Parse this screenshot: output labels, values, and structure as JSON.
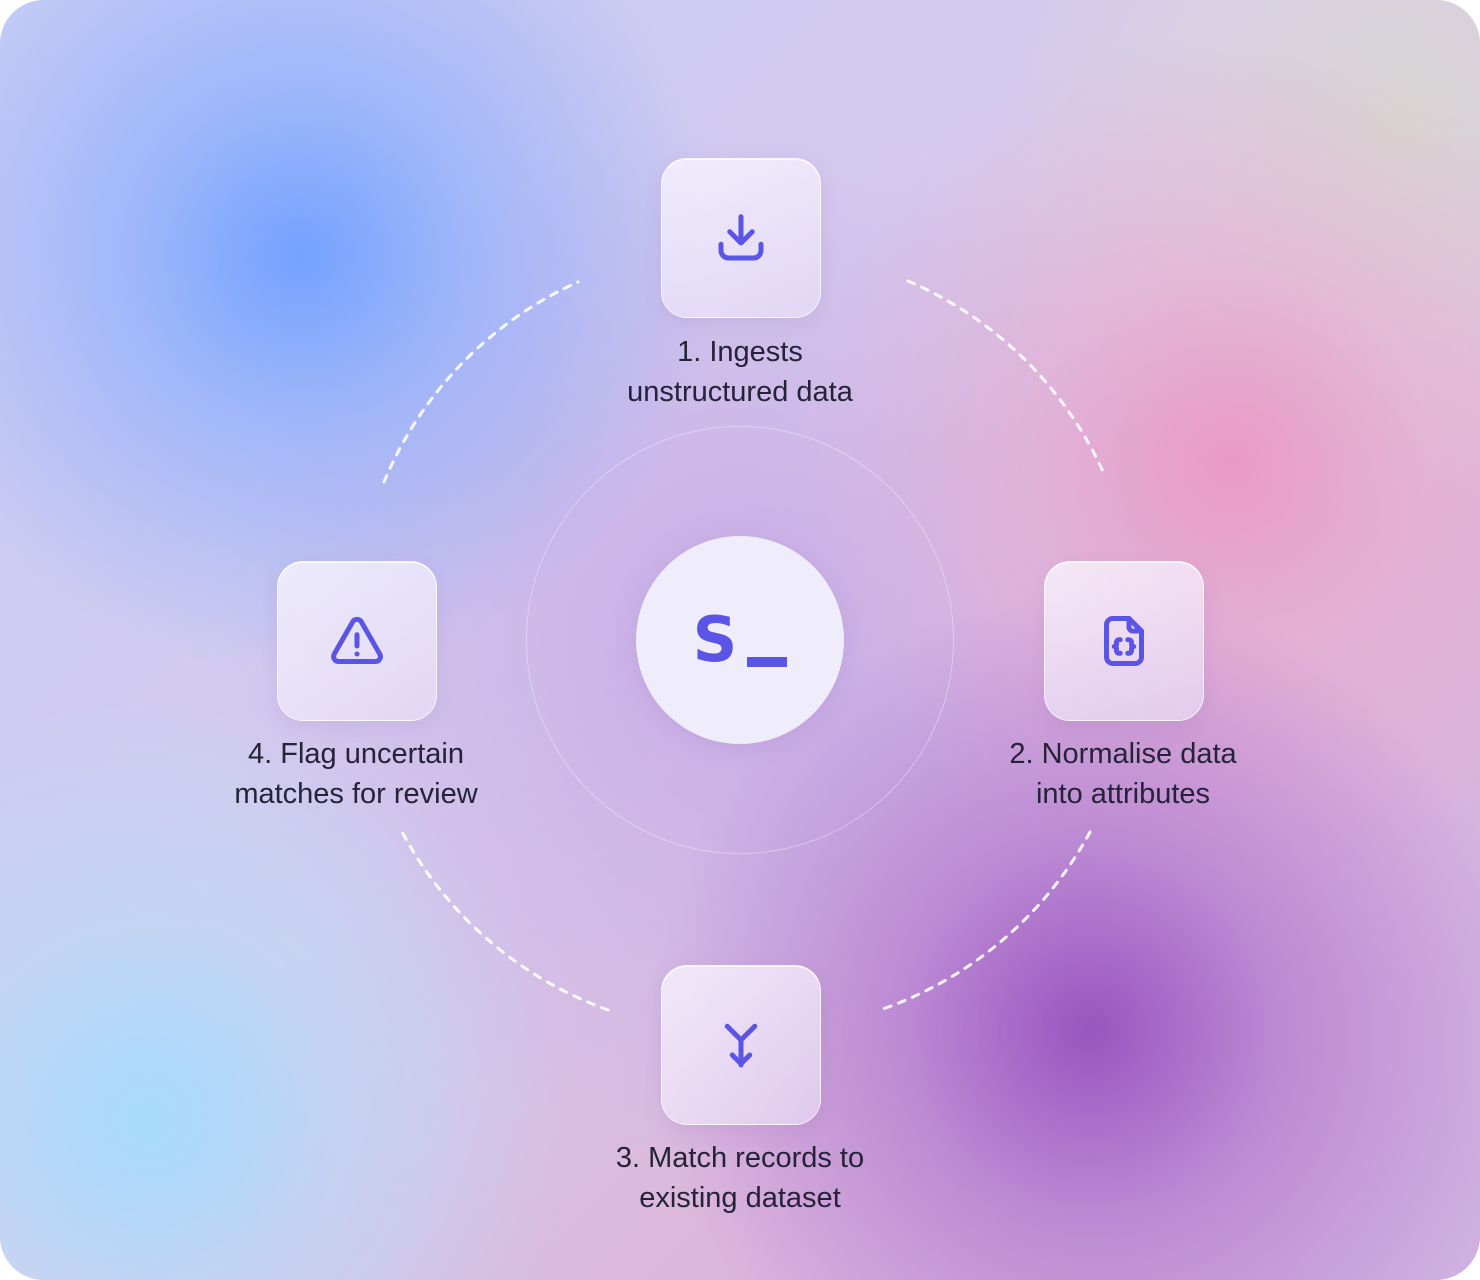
{
  "center": {
    "logo_text": "S",
    "icon": "terminal-cursor-logo"
  },
  "steps": [
    {
      "line1": "1. Ingests",
      "line2": "unstructured data",
      "icon": "download-icon"
    },
    {
      "line1": "2. Normalise data",
      "line2": "into attributes",
      "icon": "json-file-icon"
    },
    {
      "line1": "3. Match records to",
      "line2": "existing dataset",
      "icon": "merge-arrow-icon"
    },
    {
      "line1": "4. Flag uncertain",
      "line2": "matches for review",
      "icon": "warning-icon"
    }
  ],
  "colors": {
    "accent": "#5a55e6",
    "text": "#25233a",
    "tile": "#f4f0fc"
  }
}
